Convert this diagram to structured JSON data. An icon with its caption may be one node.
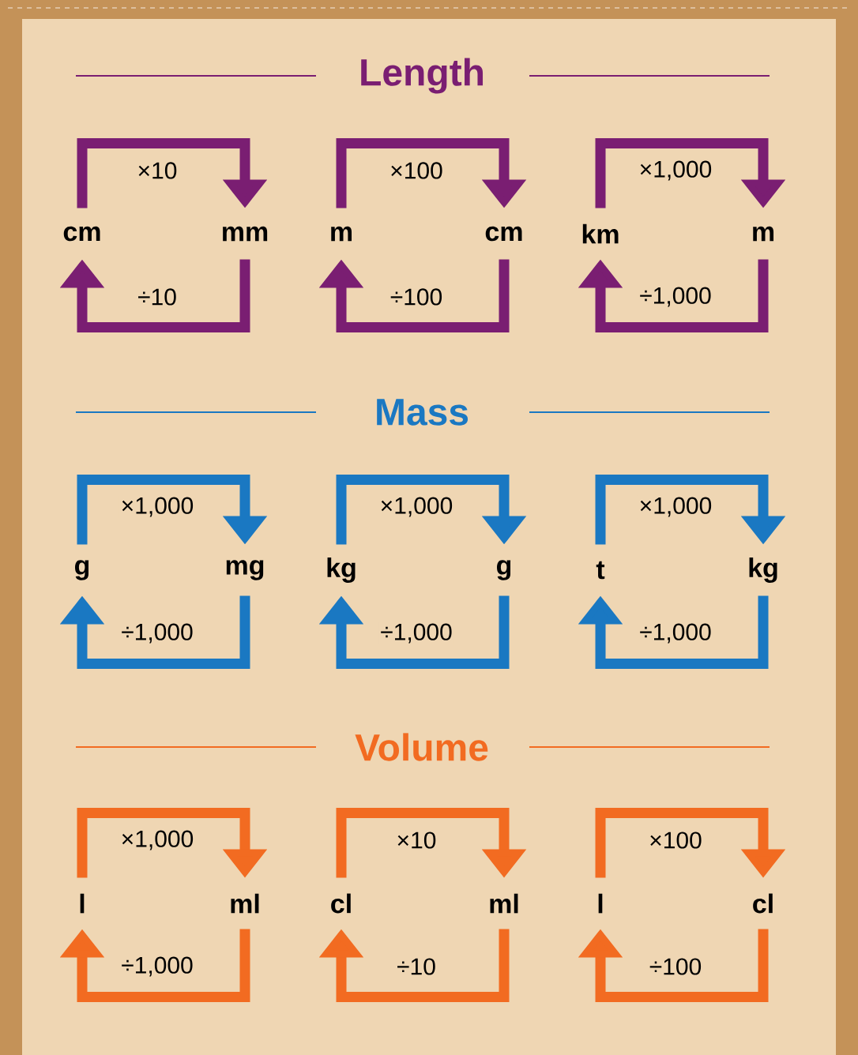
{
  "diagram": {
    "nodes": [
      {
        "text": [
          "cm"
        ]
      },
      {
        "text": [
          "mm"
        ]
      },
      {
        "text": [
          "m"
        ]
      },
      {
        "text": [
          "cm"
        ]
      },
      {
        "text": [
          "km"
        ]
      },
      {
        "text": [
          "m"
        ]
      },
      {
        "text": [
          "g"
        ]
      },
      {
        "text": [
          "mg"
        ]
      },
      {
        "text": [
          "kg"
        ]
      },
      {
        "text": [
          "g"
        ]
      },
      {
        "text": [
          "t"
        ]
      },
      {
        "text": [
          "kg"
        ]
      },
      {
        "text": [
          "l"
        ]
      },
      {
        "text": [
          "ml"
        ]
      },
      {
        "text": [
          "cl"
        ]
      },
      {
        "text": [
          "ml"
        ]
      },
      {
        "text": [
          "l"
        ]
      },
      {
        "text": [
          "cl"
        ]
      }
    ],
    "edges": [
      {
        "from": 0,
        "to": 1,
        "arrow": "to",
        "label": "×10",
        "color": "#7a1e72"
      },
      {
        "from": 1,
        "to": 0,
        "arrow": "to",
        "label": "÷10",
        "color": "#7a1e72"
      },
      {
        "from": 2,
        "to": 3,
        "arrow": "to",
        "label": "×100",
        "color": "#7a1e72"
      },
      {
        "from": 3,
        "to": 2,
        "arrow": "to",
        "label": "÷100",
        "color": "#7a1e72"
      },
      {
        "from": 4,
        "to": 5,
        "arrow": "to",
        "label": "×1,000",
        "color": "#7a1e72"
      },
      {
        "from": 5,
        "to": 4,
        "arrow": "to",
        "label": "÷1,000",
        "color": "#7a1e72"
      },
      {
        "from": 6,
        "to": 7,
        "arrow": "to",
        "label": "×1,000",
        "color": "#1a78c2"
      },
      {
        "from": 7,
        "to": 6,
        "arrow": "to",
        "label": "÷1,000",
        "color": "#1a78c2"
      },
      {
        "from": 8,
        "to": 9,
        "arrow": "to",
        "label": "×1,000",
        "color": "#1a78c2"
      },
      {
        "from": 9,
        "to": 8,
        "arrow": "to",
        "label": "÷1,000",
        "color": "#1a78c2"
      },
      {
        "from": 10,
        "to": 11,
        "arrow": "to",
        "label": "×1,000",
        "color": "#1a78c2"
      },
      {
        "from": 11,
        "to": 10,
        "arrow": "to",
        "label": "÷1,000",
        "color": "#1a78c2"
      },
      {
        "from": 12,
        "to": 13,
        "arrow": "to",
        "label": "×1,000",
        "color": "#f26b21"
      },
      {
        "from": 13,
        "to": 12,
        "arrow": "to",
        "label": "÷1,000",
        "color": "#f26b21"
      },
      {
        "from": 14,
        "to": 15,
        "arrow": "to",
        "label": "×10",
        "color": "#f26b21"
      },
      {
        "from": 15,
        "to": 14,
        "arrow": "to",
        "label": "÷10",
        "color": "#f26b21"
      },
      {
        "from": 16,
        "to": 17,
        "arrow": "to",
        "label": "×100",
        "color": "#f26b21"
      },
      {
        "from": 17,
        "to": 16,
        "arrow": "to",
        "label": "÷100",
        "color": "#f26b21"
      }
    ],
    "labels": [
      "Length",
      "Mass",
      "Volume"
    ]
  }
}
